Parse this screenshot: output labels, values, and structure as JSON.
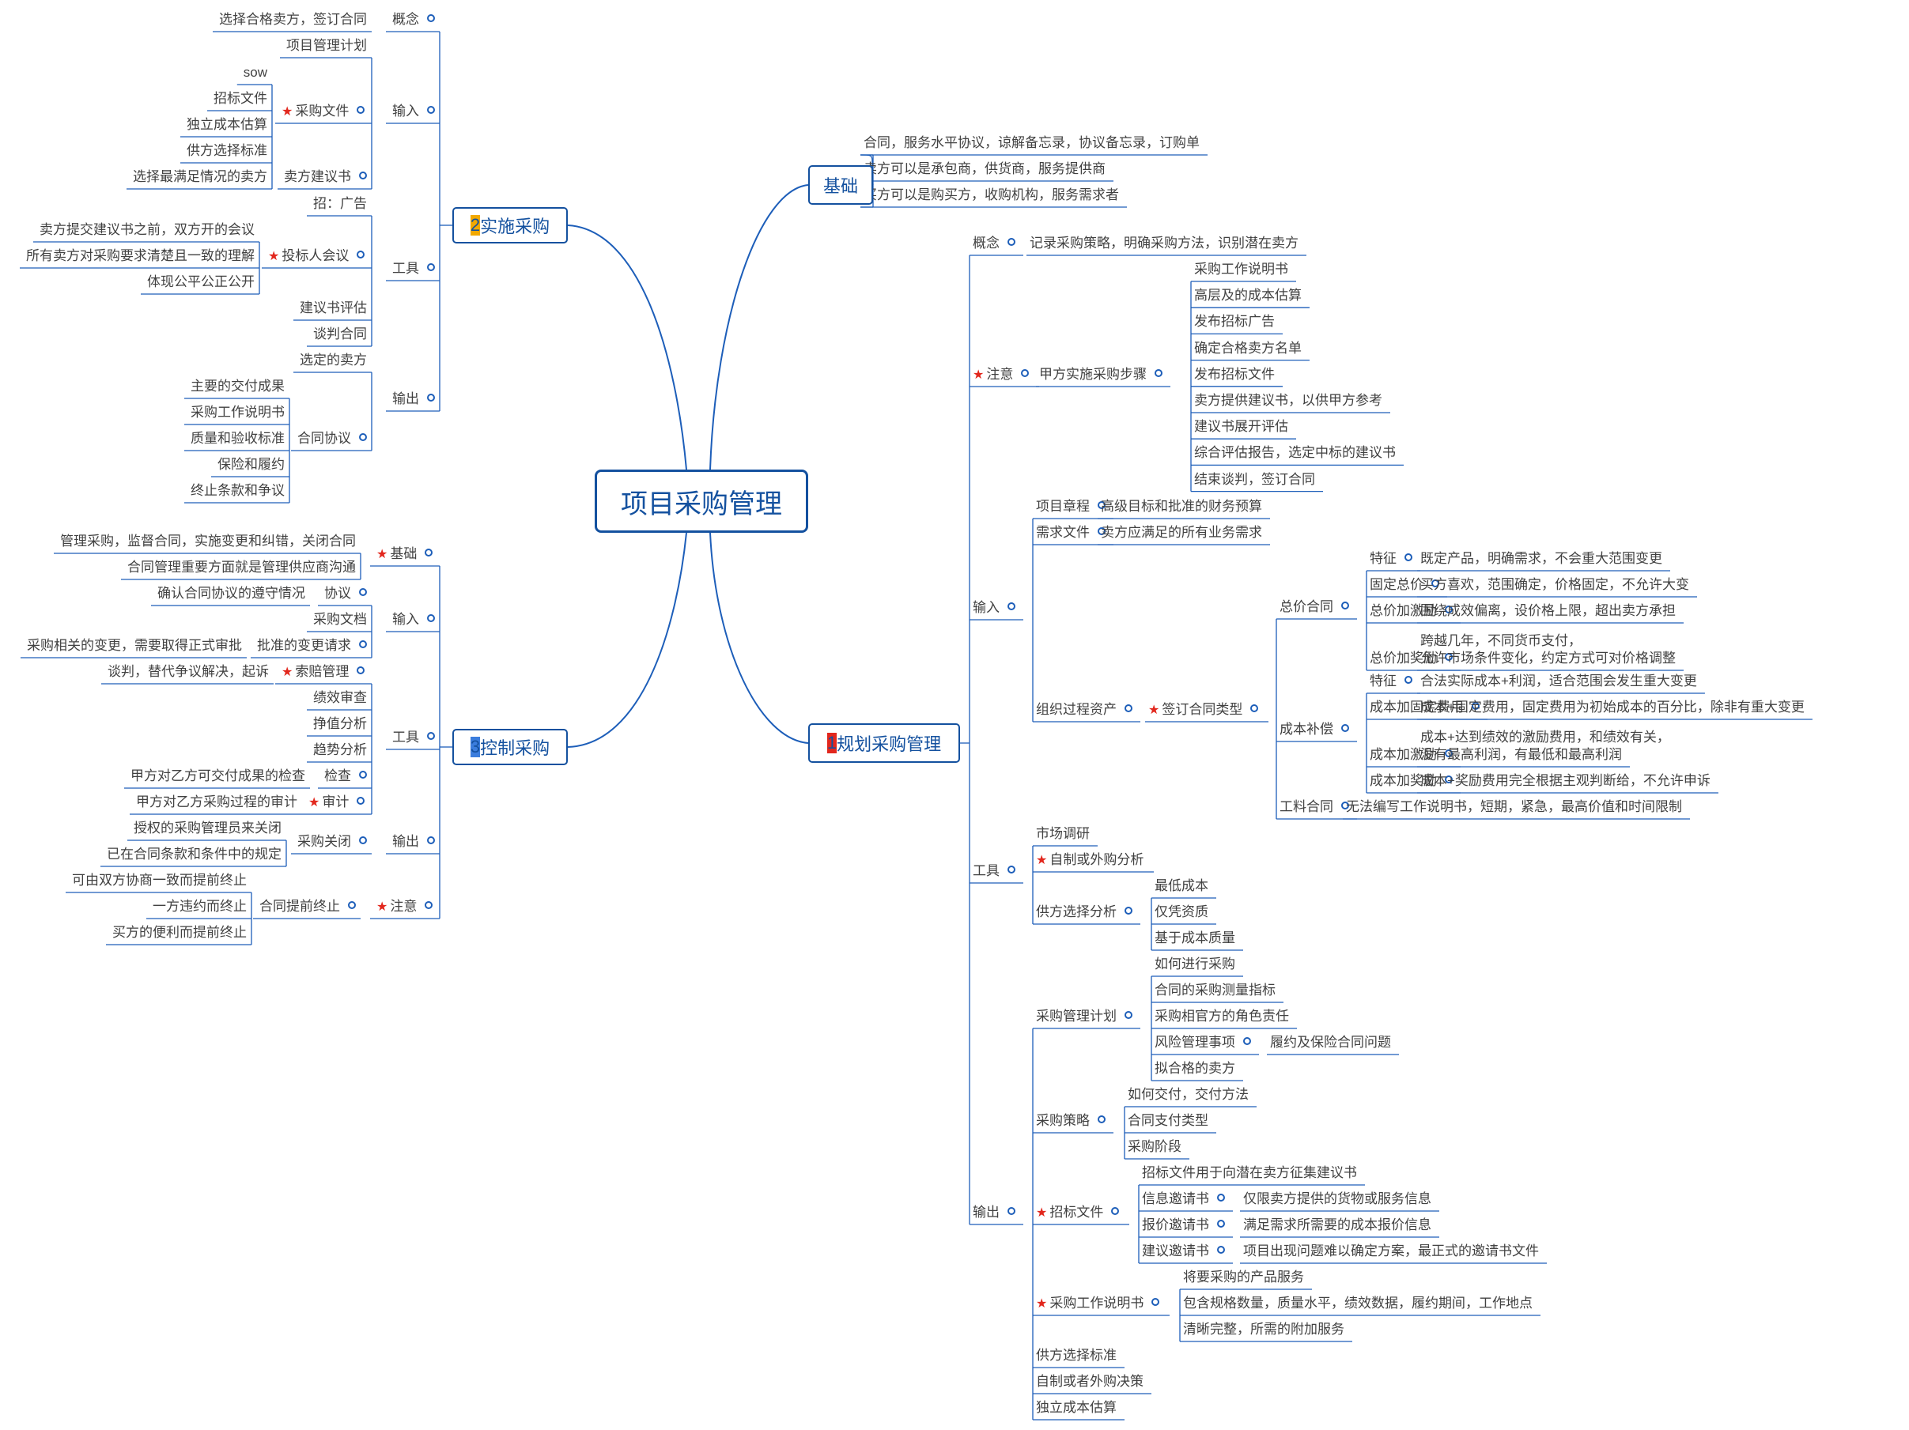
{
  "root": "项目采购管理",
  "branches": {
    "jichu": "基础",
    "guihua": "规划采购管理",
    "shishi": "实施采购",
    "kongzhi": "控制采购"
  },
  "badges": {
    "guihua": "1",
    "shishi": "2",
    "kongzhi": "3"
  },
  "colors": {
    "line": "#1d5eb9",
    "box": "#14519f",
    "star": "#e2271d",
    "badge1": "#e2271d",
    "badge2": "#f2a900",
    "badge3": "#3b7ddd"
  },
  "nodes": {
    "b1": "合同，服务水平协议，谅解备忘录，协议备忘录，订购单",
    "b2": "卖方可以是承包商，供货商，服务提供商",
    "b3": "买方可以是购买方，收购机构，服务需求者",
    "g_gn": "概念",
    "g_gn1": "记录采购策略，明确采购方法，识别潜在卖方",
    "g_zy": "注意",
    "g_bz": "甲方实施采购步骤",
    "g_bz1": "采购工作说明书",
    "g_bz2": "高层及的成本估算",
    "g_bz3": "发布招标广告",
    "g_bz4": "确定合格卖方名单",
    "g_bz5": "发布招标文件",
    "g_bz6": "卖方提供建议书，以供甲方参考",
    "g_bz7": "建议书展开评估",
    "g_bz8": "综合评估报告，选定中标的建议书",
    "g_bz9": "结束谈判，签订合同",
    "g_sr": "输入",
    "g_xmzc": "项目章程",
    "g_xmzc1": "高级目标和批准的财务预算",
    "g_xqwj": "需求文件",
    "g_xqwj1": "卖方应满足的所有业务需求",
    "g_zzgc": "组织过程资产",
    "g_htlx": "签订合同类型",
    "g_zjht": "总价合同",
    "g_tz": "特征",
    "g_tz1": "既定产品，明确需求，不会重大范围变更",
    "g_gdzj": "固定总价",
    "g_gdzj1": "买方喜欢，范围确定，价格固定，不允许大变",
    "g_zjjl": "总价加激励",
    "g_zjjl1": "围绕成效偏离，设价格上限，超出卖方承担",
    "g_zjjj": "总价加奖励",
    "g_zjjj1a": "跨越几年，不同货币支付，",
    "g_zjjj1b": "允许市场条件变化，约定方式可对价格调整",
    "g_cbbc": "成本补偿",
    "g_tz2": "特征",
    "g_tz21": "合法实际成本+利润，适合范围会发生重大变更",
    "g_cbgd": "成本加固定费用",
    "g_cbgd1": "成本+固定费用，固定费用为初始成本的百分比，除非有重大变更",
    "g_cbjl": "成本加激励",
    "g_cbjl1a": "成本+达到绩效的激励费用，和绩效有关，",
    "g_cbjl1b": "没有最高利润，有最低和最高利润",
    "g_cbjj": "成本加奖励",
    "g_cbjj1": "成本+奖励费用完全根据主观判断给，不允许申诉",
    "g_glht": "工料合同",
    "g_glht1": "无法编写工作说明书，短期，紧急，最高价值和时间限制",
    "g_gj": "工具",
    "g_scdy": "市场调研",
    "g_zzwg": "自制或外购分析",
    "g_gfxz": "供方选择分析",
    "g_gfxz1": "最低成本",
    "g_gfxz2": "仅凭资质",
    "g_gfxz3": "基于成本质量",
    "g_sc": "输出",
    "g_cgjh": "采购管理计划",
    "g_cgjh1": "如何进行采购",
    "g_cgjh2": "合同的采购测量指标",
    "g_cgjh3": "采购相官方的角色责任",
    "g_cgjh4": "风险管理事项",
    "g_cgjh41": "履约及保险合同问题",
    "g_cgjh5": "拟合格的卖方",
    "g_cgcl": "采购策略",
    "g_cgcl1": "如何交付，交付方法",
    "g_cgcl2": "合同支付类型",
    "g_cgcl3": "采购阶段",
    "g_zbwj": "招标文件",
    "g_zbwj0": "招标文件用于向潜在卖方征集建议书",
    "g_xxyq": "信息邀请书",
    "g_xxyq1": "仅限卖方提供的货物或服务信息",
    "g_bjyq": "报价邀请书",
    "g_bjyq1": "满足需求所需要的成本报价信息",
    "g_jyyq": "建议邀请书",
    "g_jyyq1": "项目出现问题难以确定方案，最正式的邀请书文件",
    "g_cgsm": "采购工作说明书",
    "g_cgsm1": "将要采购的产品服务",
    "g_cgsm2": "包含规格数量，质量水平，绩效数据，履约期间，工作地点",
    "g_cgsm3": "清晰完整，所需的附加服务",
    "g_gfbz": "供方选择标准",
    "g_zzjc": "自制或者外购决策",
    "g_dlcb": "独立成本估算",
    "s_gn": "概念",
    "s_gn1": "选择合格卖方，签订合同",
    "s_sr": "输入",
    "s_xmgl": "项目管理计划",
    "s_cgwj": "采购文件",
    "s_sow": "sow",
    "s_zbwj": "招标文件",
    "s_dlcb": "独立成本估算",
    "s_gfxz": "供方选择标准",
    "s_mfjy": "卖方建议书",
    "s_mfjy1": "选择最满足情况的卖方",
    "s_gj": "工具",
    "s_gg": "招：广告",
    "s_tbr": "投标人会议",
    "s_tbr1": "卖方提交建议书之前，双方开的会议",
    "s_tbr2": "所有卖方对采购要求清楚且一致的理解",
    "s_tbr3": "体现公平公正公开",
    "s_jypg": "建议书评估",
    "s_tpht": "谈判合同",
    "s_sc": "输出",
    "s_xdmf": "选定的卖方",
    "s_htxy": "合同协议",
    "s_htxy1": "主要的交付成果",
    "s_htxy2": "采购工作说明书",
    "s_htxy3": "质量和验收标准",
    "s_htxy4": "保险和履约",
    "s_htxy5": "终止条款和争议",
    "k_jc": "基础",
    "k_jc1": "管理采购，监督合同，实施变更和纠错，关闭合同",
    "k_jc2": "合同管理重要方面就是管理供应商沟通",
    "k_sr": "输入",
    "k_xy": "协议",
    "k_xy1": "确认合同协议的遵守情况",
    "k_cgwd": "采购文档",
    "k_pzbg": "批准的变更请求",
    "k_pzbg1": "采购相关的变更，需要取得正式审批",
    "k_gj": "工具",
    "k_spgl": "索赔管理",
    "k_spgl1": "谈判，替代争议解决，起诉",
    "k_jxsc": "绩效审查",
    "k_zzfx": "挣值分析",
    "k_qsfx": "趋势分析",
    "k_jc_": "检查",
    "k_jc_1": "甲方对乙方可交付成果的检查",
    "k_sj": "审计",
    "k_sj1": "甲方对乙方采购过程的审计",
    "k_sc": "输出",
    "k_cggb": "采购关闭",
    "k_cggb1": "授权的采购管理员来关闭",
    "k_cggb2": "已在合同条款和条件中的规定",
    "k_zy": "注意",
    "k_htzz": "合同提前终止",
    "k_htzz1": "可由双方协商一致而提前终止",
    "k_htzz2": "一方违约而终止",
    "k_htzz3": "买方的便利而提前终止"
  }
}
